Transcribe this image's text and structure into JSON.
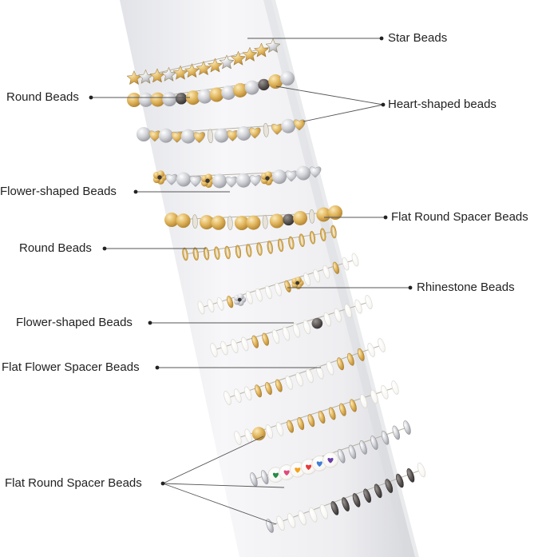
{
  "colors": {
    "background": "#ffffff",
    "tube": "#f3f3f5",
    "tube_shadow": "#d9dadf",
    "gold": "#d9ae55",
    "gold_light": "#f3dc9c",
    "silver": "#c9cbd0",
    "silver_light": "#f2f3f5",
    "white_bead": "#fbfbf8",
    "white_edge": "#d8d6cf",
    "hematite": "#55504e",
    "rhinestone": "#ece6d6",
    "leader_line": "#555555",
    "label_text": "#222222"
  },
  "callouts": [
    {
      "name": "star-beads",
      "text": "Star Beads",
      "side": "right",
      "targets": 1
    },
    {
      "name": "round-beads-upper",
      "text": "Round Beads",
      "side": "left",
      "targets": 1
    },
    {
      "name": "heart-shaped-beads",
      "text": "Heart-shaped beads",
      "side": "right",
      "targets": 2
    },
    {
      "name": "flower-shaped-beads-upper",
      "text": "Flower-shaped Beads",
      "side": "left",
      "targets": 1
    },
    {
      "name": "flat-round-spacer-beads-upper",
      "text": "Flat Round Spacer Beads",
      "side": "right",
      "targets": 1
    },
    {
      "name": "round-beads-lower",
      "text": "Round Beads",
      "side": "left",
      "targets": 1
    },
    {
      "name": "rhinestone-beads",
      "text": "Rhinestone Beads",
      "side": "right",
      "targets": 1
    },
    {
      "name": "flower-shaped-beads-lower",
      "text": "Flower-shaped Beads",
      "side": "left",
      "targets": 1
    },
    {
      "name": "flat-flower-spacer-beads",
      "text": "Flat Flower Spacer Beads",
      "side": "left",
      "targets": 1
    },
    {
      "name": "flat-round-spacer-beads-lower",
      "text": "Flat Round Spacer Beads",
      "side": "left",
      "targets": 3
    }
  ],
  "bracelets": [
    {
      "name": "bracelet-star",
      "style": "gold-silver-star"
    },
    {
      "name": "bracelet-round-heart",
      "style": "gold-silver-round"
    },
    {
      "name": "bracelet-heart",
      "style": "gold-silver-heart"
    },
    {
      "name": "bracelet-flower-heart",
      "style": "silver-flower"
    },
    {
      "name": "bracelet-gold-round-spacer",
      "style": "gold-round"
    },
    {
      "name": "bracelet-rhinestone",
      "style": "gold-rhinestone"
    },
    {
      "name": "bracelet-white-flower",
      "style": "white-flower"
    },
    {
      "name": "bracelet-white-spacer-gold",
      "style": "white-gold"
    },
    {
      "name": "bracelet-white-gold-disc",
      "style": "white-gold-disc"
    },
    {
      "name": "bracelet-white-disc-gold",
      "style": "white-disc"
    },
    {
      "name": "bracelet-heart-letter",
      "style": "heart-letter"
    },
    {
      "name": "bracelet-hematite",
      "style": "white-hematite"
    }
  ],
  "heart_colors": [
    "#2a8a4a",
    "#e0497d",
    "#f2a321",
    "#e63b3b",
    "#3f7fd6",
    "#6b3fa7"
  ]
}
